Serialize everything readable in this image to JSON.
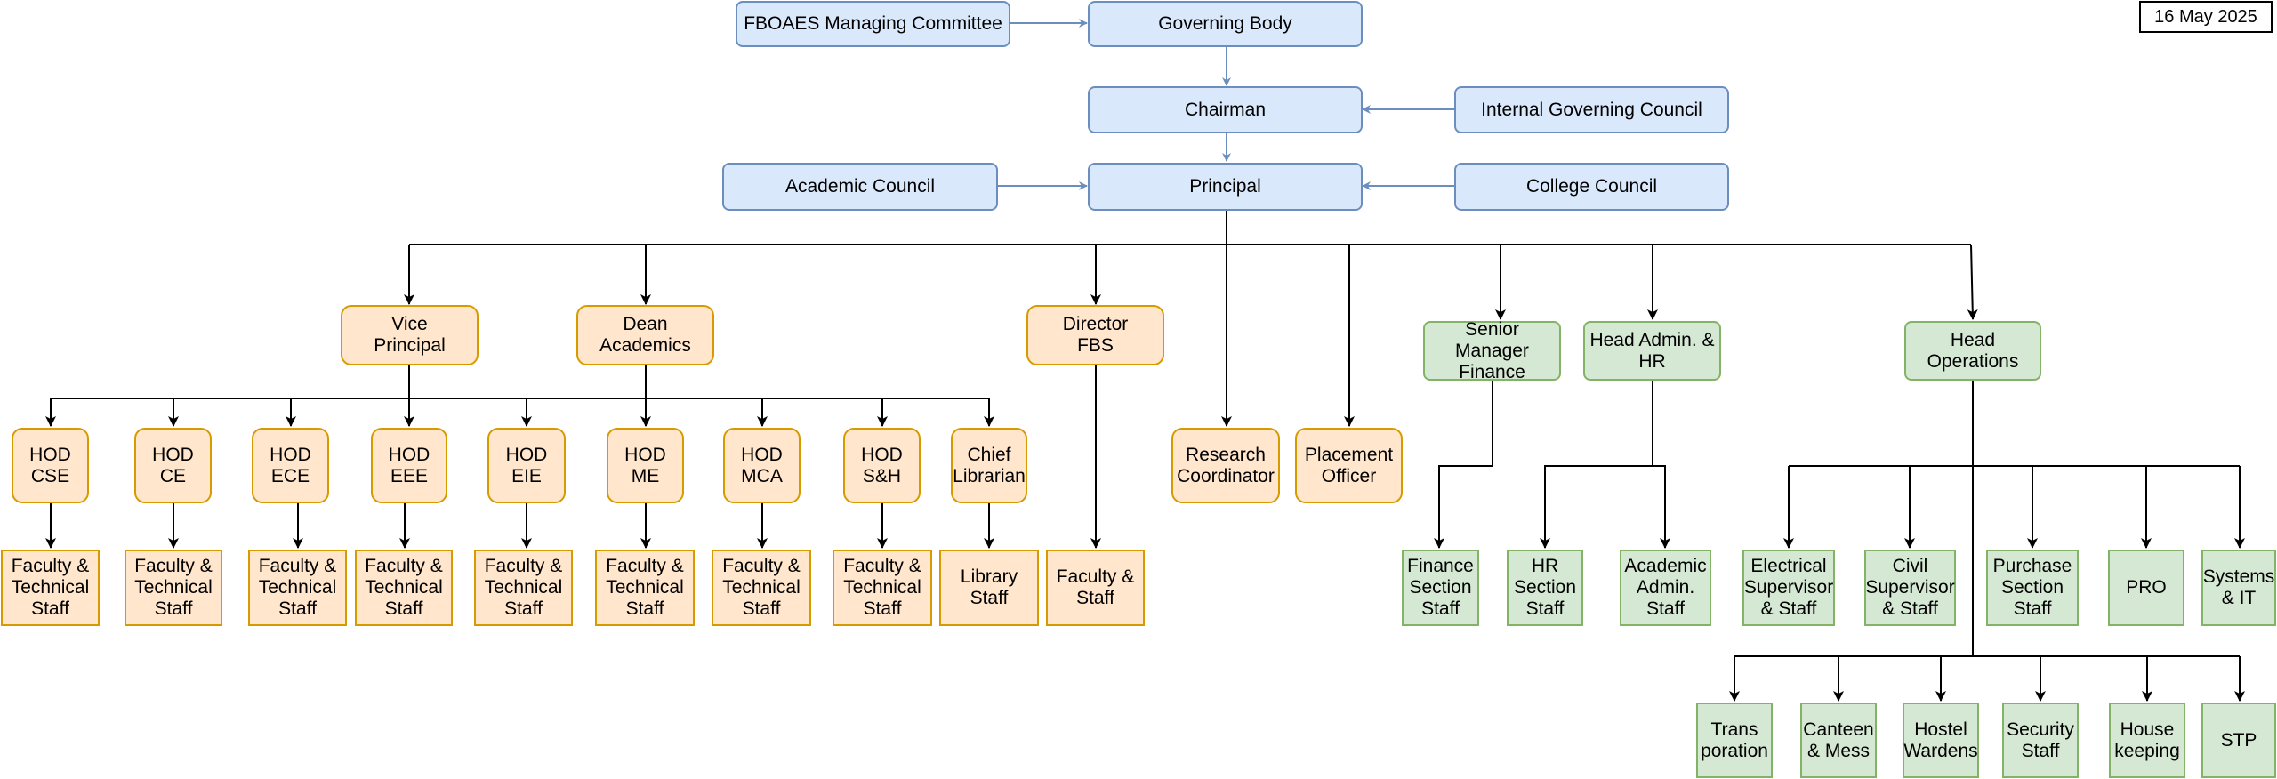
{
  "date": "16 May 2025",
  "nodes": {
    "fboaes": "FBOAES Managing Committee",
    "governing_body": "Governing Body",
    "chairman": "Chairman",
    "internal_council": "Internal Governing Council",
    "academic_council": "Academic Council",
    "principal": "Principal",
    "college_council": "College Council",
    "vice_principal": "Vice\nPrincipal",
    "dean_academics": "Dean\nAcademics",
    "director_fbs": "Director\nFBS",
    "senior_manager_finance": "Senior Manager\nFinance",
    "head_admin_hr": "Head Admin. &\nHR",
    "head_operations": "Head\nOperations",
    "hod_cse": "HOD\nCSE",
    "hod_ce": "HOD\nCE",
    "hod_ece": "HOD\nECE",
    "hod_eee": "HOD\nEEE",
    "hod_eie": "HOD\nEIE",
    "hod_me": "HOD\nME",
    "hod_mca": "HOD\nMCA",
    "hod_sh": "HOD\nS&H",
    "chief_librarian": "Chief\nLibrarian",
    "research_coordinator": "Research\nCoordinator",
    "placement_officer": "Placement\nOfficer",
    "staff_cse": "Faculty &\nTechnical\nStaff",
    "staff_ce": "Faculty &\nTechnical\nStaff",
    "staff_ece": "Faculty &\nTechnical\nStaff",
    "staff_eee": "Faculty &\nTechnical\nStaff",
    "staff_eie": "Faculty &\nTechnical\nStaff",
    "staff_me": "Faculty &\nTechnical\nStaff",
    "staff_mca": "Faculty &\nTechnical\nStaff",
    "staff_sh": "Faculty &\nTechnical\nStaff",
    "library_staff": "Library\nStaff",
    "fbs_staff": "Faculty &\nStaff",
    "finance_staff": "Finance\nSection\nStaff",
    "hr_staff": "HR\nSection\nStaff",
    "academic_admin_staff": "Academic\nAdmin.\nStaff",
    "electrical_supervisor": "Electrical\nSupervisor\n& Staff",
    "civil_supervisor": "Civil\nSupervisor\n& Staff",
    "purchase_staff": "Purchase\nSection\nStaff",
    "pro": "PRO",
    "systems_it": "Systems\n& IT",
    "transportation": "Trans\nporation",
    "canteen_mess": "Canteen\n& Mess",
    "hostel_wardens": "Hostel\nWardens",
    "security_staff": "Security\nStaff",
    "housekeeping": "House\nkeeping",
    "stp": "STP"
  },
  "colors": {
    "blue_fill": "#dae8fc",
    "blue_stroke": "#6c8ebf",
    "orange_fill": "#ffe6cc",
    "orange_stroke": "#d79b00",
    "green_fill": "#d5e8d4",
    "green_stroke": "#82b366",
    "line": "#000000"
  }
}
